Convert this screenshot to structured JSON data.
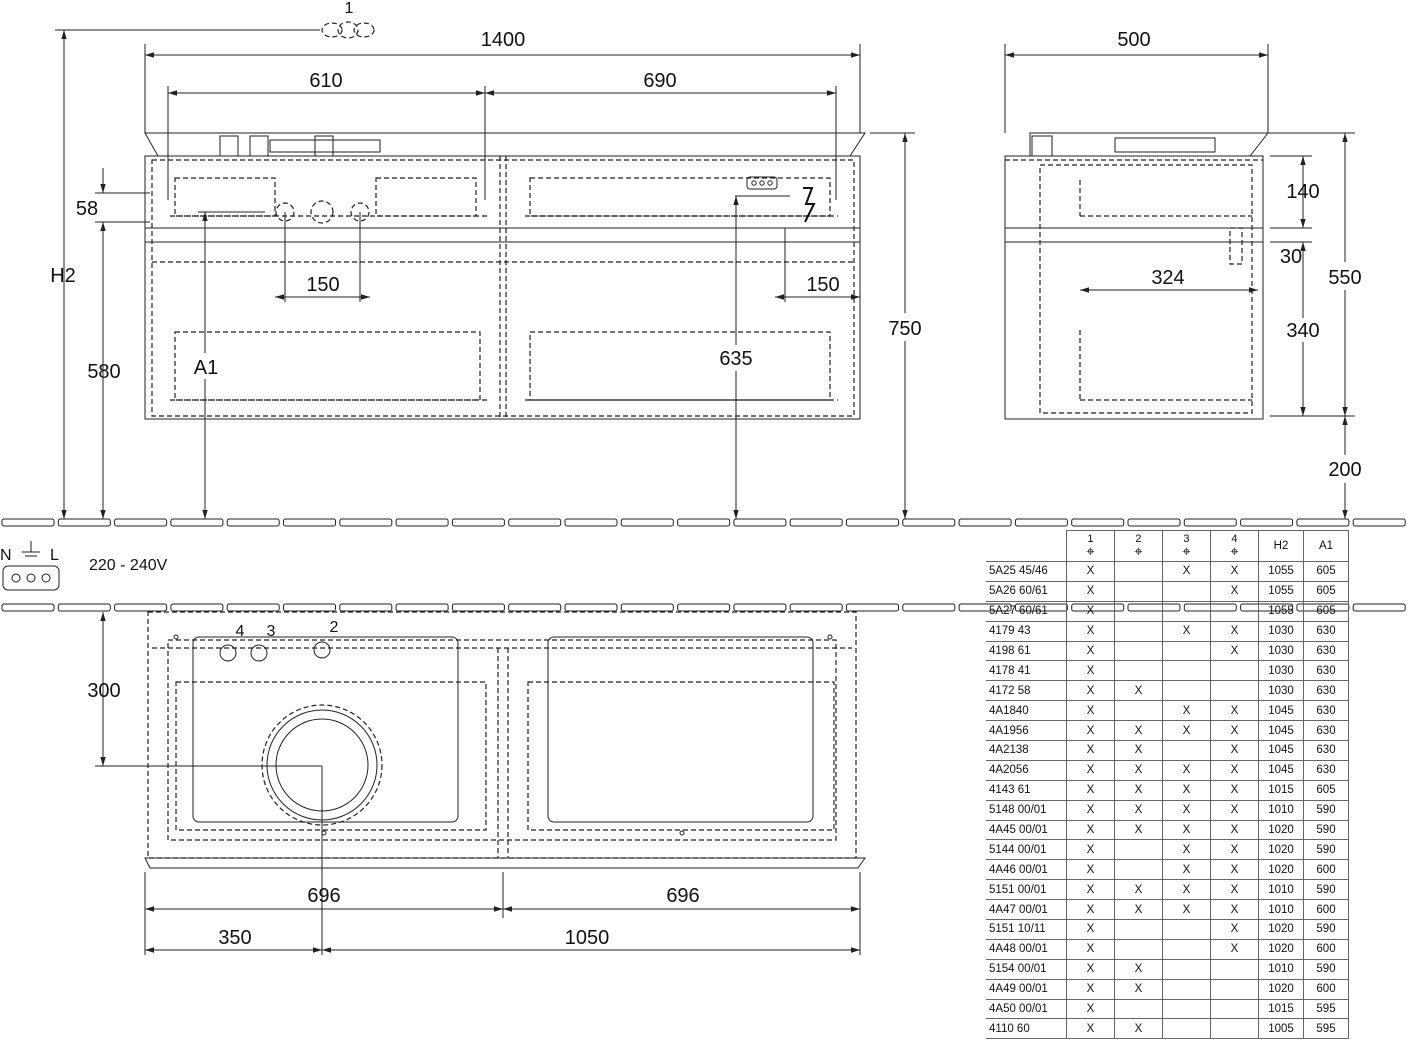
{
  "dimensions": {
    "total_width": "1400",
    "left_section": "610",
    "right_section": "690",
    "depth": "500",
    "drawer_top_height": "140",
    "gap": "30",
    "drawer_bottom_height": "340",
    "inner_width": "324",
    "cabinet_height": "550",
    "wall_clearance": "200",
    "offset_58": "58",
    "height_580": "580",
    "spacing_150_left": "150",
    "spacing_150_right": "150",
    "height_750": "750",
    "height_635": "635",
    "height_300": "300",
    "half_width_left": "696",
    "half_width_right": "696",
    "offset_350": "350",
    "offset_1050": "1050"
  },
  "labels": {
    "h2": "H2",
    "a1": "A1",
    "callout_1": "1",
    "callout_2": "2",
    "callout_3": "3",
    "callout_4": "4",
    "phase_n": "N",
    "phase_l": "L",
    "voltage": "220 - 240V"
  },
  "table": {
    "headers": [
      "1",
      "2",
      "3",
      "4",
      "H2",
      "A1"
    ],
    "rows": [
      [
        "5A25 45/46",
        "X",
        "",
        "X",
        "X",
        "1055",
        "605"
      ],
      [
        "5A26 60/61",
        "X",
        "",
        "",
        "X",
        "1055",
        "605"
      ],
      [
        "5A27 60/61",
        "X",
        "",
        "",
        "",
        "1055",
        "605"
      ],
      [
        "4179 43",
        "X",
        "",
        "X",
        "X",
        "1030",
        "630"
      ],
      [
        "4198 61",
        "X",
        "",
        "",
        "X",
        "1030",
        "630"
      ],
      [
        "4178 41",
        "X",
        "",
        "",
        "",
        "1030",
        "630"
      ],
      [
        "4172 58",
        "X",
        "X",
        "",
        "",
        "1030",
        "630"
      ],
      [
        "4A1840",
        "X",
        "",
        "X",
        "X",
        "1045",
        "630"
      ],
      [
        "4A1956",
        "X",
        "X",
        "X",
        "X",
        "1045",
        "630"
      ],
      [
        "4A2138",
        "X",
        "X",
        "",
        "X",
        "1045",
        "630"
      ],
      [
        "4A2056",
        "X",
        "X",
        "X",
        "X",
        "1045",
        "630"
      ],
      [
        "4143 61",
        "X",
        "X",
        "X",
        "X",
        "1015",
        "605"
      ],
      [
        "5148 00/01",
        "X",
        "X",
        "X",
        "X",
        "1010",
        "590"
      ],
      [
        "4A45 00/01",
        "X",
        "X",
        "X",
        "X",
        "1020",
        "590"
      ],
      [
        "5144 00/01",
        "X",
        "",
        "X",
        "X",
        "1020",
        "590"
      ],
      [
        "4A46 00/01",
        "X",
        "",
        "X",
        "X",
        "1020",
        "600"
      ],
      [
        "5151 00/01",
        "X",
        "X",
        "X",
        "X",
        "1010",
        "590"
      ],
      [
        "4A47 00/01",
        "X",
        "X",
        "X",
        "X",
        "1010",
        "600"
      ],
      [
        "5151 10/11",
        "X",
        "",
        "",
        "X",
        "1020",
        "590"
      ],
      [
        "4A48 00/01",
        "X",
        "",
        "",
        "X",
        "1020",
        "600"
      ],
      [
        "5154 00/01",
        "X",
        "X",
        "",
        "",
        "1010",
        "590"
      ],
      [
        "4A49 00/01",
        "X",
        "X",
        "",
        "",
        "1020",
        "600"
      ],
      [
        "4A50 00/01",
        "X",
        "",
        "",
        "",
        "1015",
        "595"
      ],
      [
        "4110 60",
        "X",
        "X",
        "",
        "",
        "1005",
        "595"
      ]
    ]
  }
}
